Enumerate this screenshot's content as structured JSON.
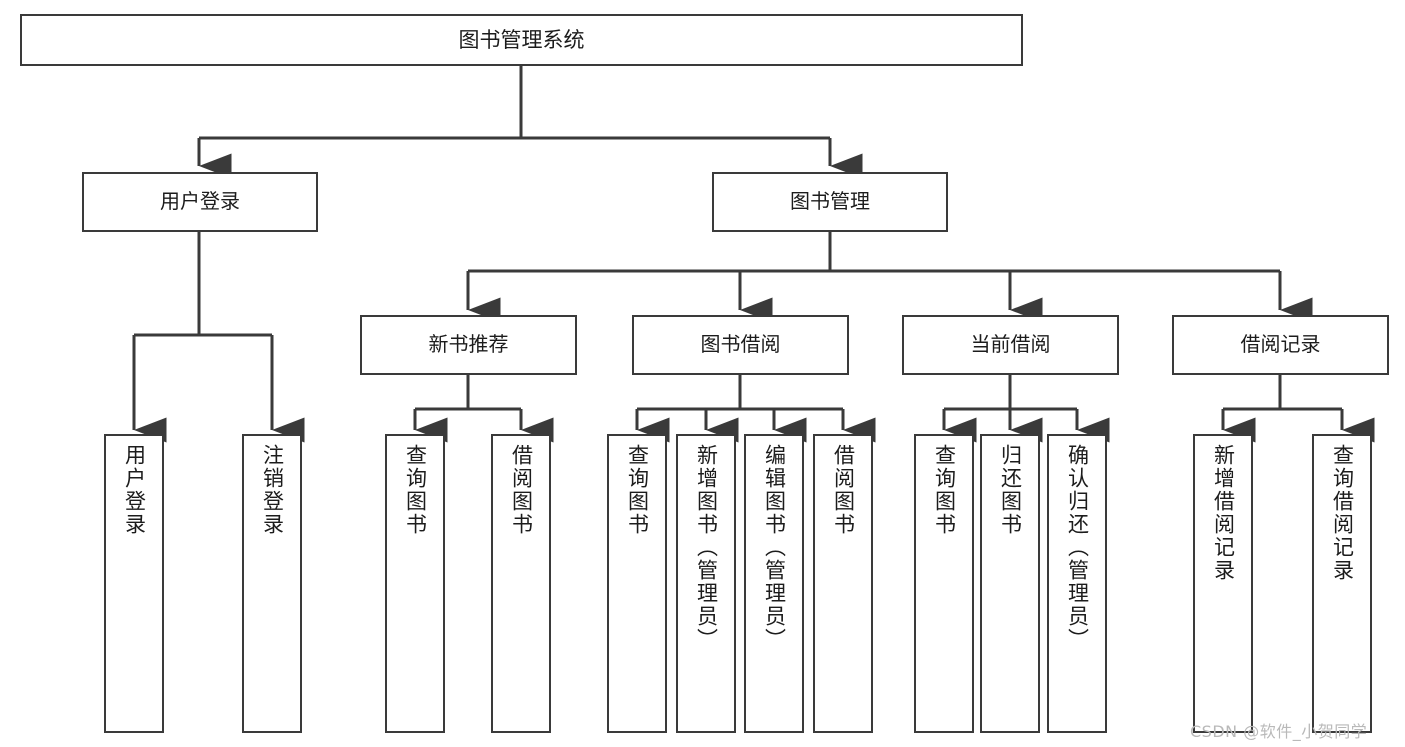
{
  "diagram": {
    "title": "图书管理系统",
    "type": "tree-hierarchy",
    "orientation": "top-down",
    "colors": {
      "box_border": "#3a3a3a",
      "box_fill": "#ffffff",
      "edge": "#3a3a3a",
      "text": "#1c1c1c",
      "watermark": "#b9b9b9",
      "background": "#ffffff"
    }
  },
  "nodes": {
    "root": {
      "label": "图书管理系统"
    },
    "level1": [
      {
        "id": "user-login",
        "label": "用户登录"
      },
      {
        "id": "book-manage",
        "label": "图书管理"
      }
    ],
    "level2": [
      {
        "id": "new-book-recommend",
        "label": "新书推荐"
      },
      {
        "id": "book-borrow",
        "label": "图书借阅"
      },
      {
        "id": "current-borrow",
        "label": "当前借阅"
      },
      {
        "id": "borrow-record",
        "label": "借阅记录"
      }
    ],
    "leaves": {
      "user-login": [
        {
          "id": "leaf-user-login",
          "label": "用户登录"
        },
        {
          "id": "leaf-logout",
          "label": "注销登录"
        }
      ],
      "new-book-recommend": [
        {
          "id": "leaf-query-book-1",
          "label": "查询图书"
        },
        {
          "id": "leaf-borrow-book-1",
          "label": "借阅图书"
        }
      ],
      "book-borrow": [
        {
          "id": "leaf-query-book-2",
          "label": "查询图书"
        },
        {
          "id": "leaf-add-book",
          "label": "新增图书（管理员）"
        },
        {
          "id": "leaf-edit-book",
          "label": "编辑图书（管理员）"
        },
        {
          "id": "leaf-borrow-book-2",
          "label": "借阅图书"
        }
      ],
      "current-borrow": [
        {
          "id": "leaf-query-book-3",
          "label": "查询图书"
        },
        {
          "id": "leaf-return-book",
          "label": "归还图书"
        },
        {
          "id": "leaf-confirm-return",
          "label": "确认归还（管理员）"
        }
      ],
      "borrow-record": [
        {
          "id": "leaf-add-record",
          "label": "新增借阅记录"
        },
        {
          "id": "leaf-query-record",
          "label": "查询借阅记录"
        }
      ]
    }
  },
  "watermark": {
    "text": "CSDN @软件_小贺同学"
  }
}
